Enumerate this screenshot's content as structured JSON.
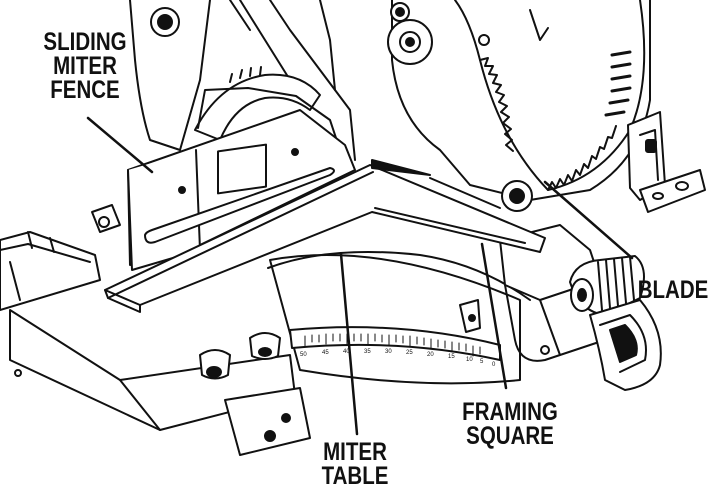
{
  "figure": {
    "labels": {
      "sliding_miter_fence": [
        "SLIDING",
        "MITER",
        "FENCE"
      ],
      "blade": [
        "BLADE"
      ],
      "framing_square": [
        "FRAMING",
        "SQUARE"
      ],
      "miter_table": [
        "MITER",
        "TABLE"
      ]
    },
    "scale_numbers": [
      "50",
      "45",
      "40",
      "35",
      "30",
      "25",
      "20",
      "15",
      "10",
      "5",
      "0"
    ],
    "colors": {
      "ink": "#111111",
      "paper": "#ffffff"
    }
  }
}
